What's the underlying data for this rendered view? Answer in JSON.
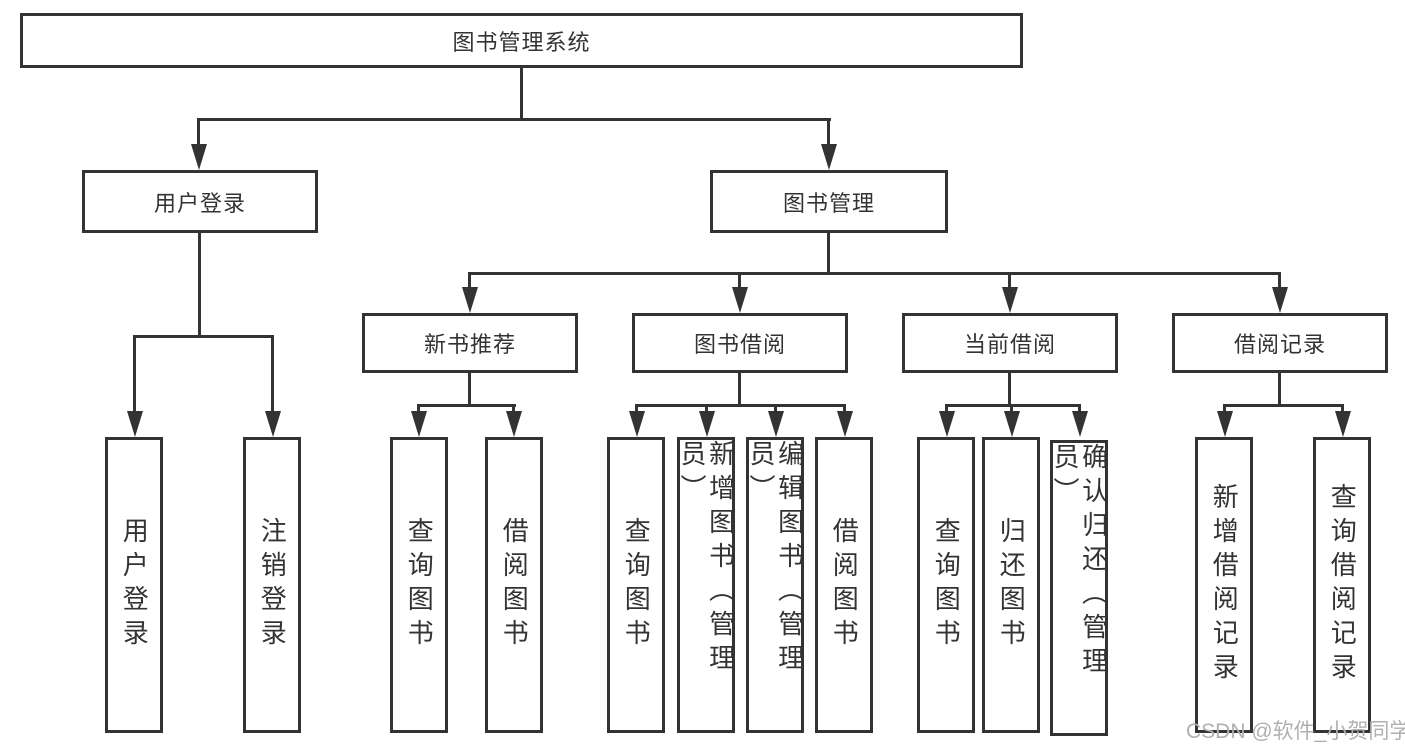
{
  "root": {
    "label": "图书管理系统"
  },
  "level2": {
    "user_login": {
      "label": "用户登录"
    },
    "book_management": {
      "label": "图书管理"
    }
  },
  "level3": {
    "new_book_recommend": {
      "label": "新书推荐"
    },
    "book_borrowing": {
      "label": "图书借阅"
    },
    "current_borrowing": {
      "label": "当前借阅"
    },
    "borrowing_records": {
      "label": "借阅记录"
    }
  },
  "leaves": {
    "user_login": {
      "label": "用户登录"
    },
    "logout": {
      "label": "注销登录"
    },
    "recommend_query_books": {
      "label": "查询图书"
    },
    "recommend_borrow_books": {
      "label": "借阅图书"
    },
    "borrowing_query_books": {
      "label": "查询图书"
    },
    "borrowing_add_books_admin": {
      "label": "新增图书（管理员）"
    },
    "borrowing_edit_books_admin": {
      "label": "编辑图书（管理员）"
    },
    "borrowing_borrow_books": {
      "label": "借阅图书"
    },
    "current_query_books": {
      "label": "查询图书"
    },
    "current_return_books": {
      "label": "归还图书"
    },
    "current_confirm_return_admin": {
      "label": "确认归还（管理员）"
    },
    "records_add_record": {
      "label": "新增借阅记录"
    },
    "records_query_record": {
      "label": "查询借阅记录"
    }
  },
  "watermark": {
    "text": "CSDN @软件_小贺同学"
  },
  "colors": {
    "line": "#333333",
    "text": "#333333",
    "watermark": "#b0b0b0",
    "background": "#ffffff"
  }
}
